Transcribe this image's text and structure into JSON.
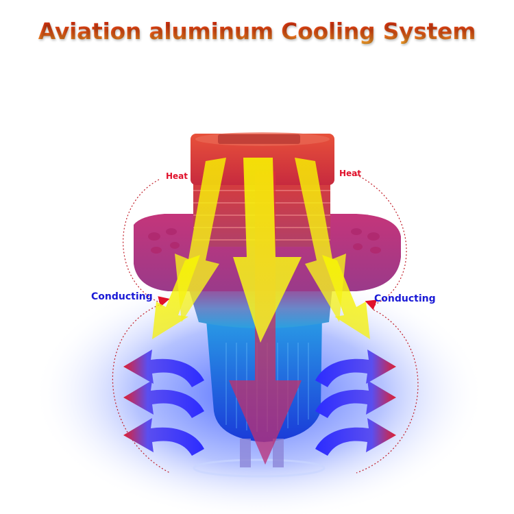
{
  "title": "Aviation aluminum Cooling System",
  "labels": {
    "heat_left": "Heat",
    "heat_right": "Heat",
    "conducting_left": "Conducting",
    "conducting_right": "Conducting"
  },
  "colors": {
    "title_top": "#c81e0c",
    "title_bottom": "#f7a52a",
    "heat_text": "#e0112b",
    "conducting_text": "#1a1ad6",
    "hot_zone": "#e0262a",
    "flange": "#c4357a",
    "cool_zone": "#1f5bd8",
    "heat_arrow": "#f6f00a",
    "airflow_arrow": "#3b3be8"
  }
}
